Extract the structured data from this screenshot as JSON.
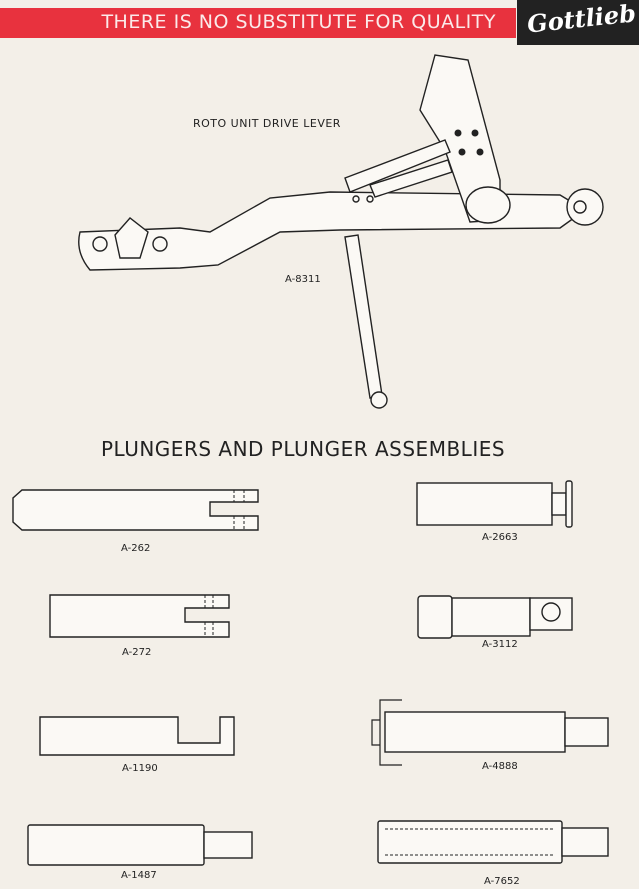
{
  "header": {
    "slogan": "THERE IS NO SUBSTITUTE FOR QUALITY",
    "brand_logo": "Gottlieb",
    "colors": {
      "banner": "#e8323e",
      "logo_bg": "#222222"
    }
  },
  "section_1": {
    "title": "ROTO UNIT DRIVE LEVER",
    "part_number": "A-8311"
  },
  "section_2": {
    "heading": "PLUNGERS  AND PLUNGER ASSEMBLIES",
    "parts": [
      {
        "part_number": "A-262"
      },
      {
        "part_number": "A-2663"
      },
      {
        "part_number": "A-272"
      },
      {
        "part_number": "A-3112"
      },
      {
        "part_number": "A-1190"
      },
      {
        "part_number": "A-4888"
      },
      {
        "part_number": "A-1487"
      },
      {
        "part_number": "A-7652"
      }
    ]
  }
}
